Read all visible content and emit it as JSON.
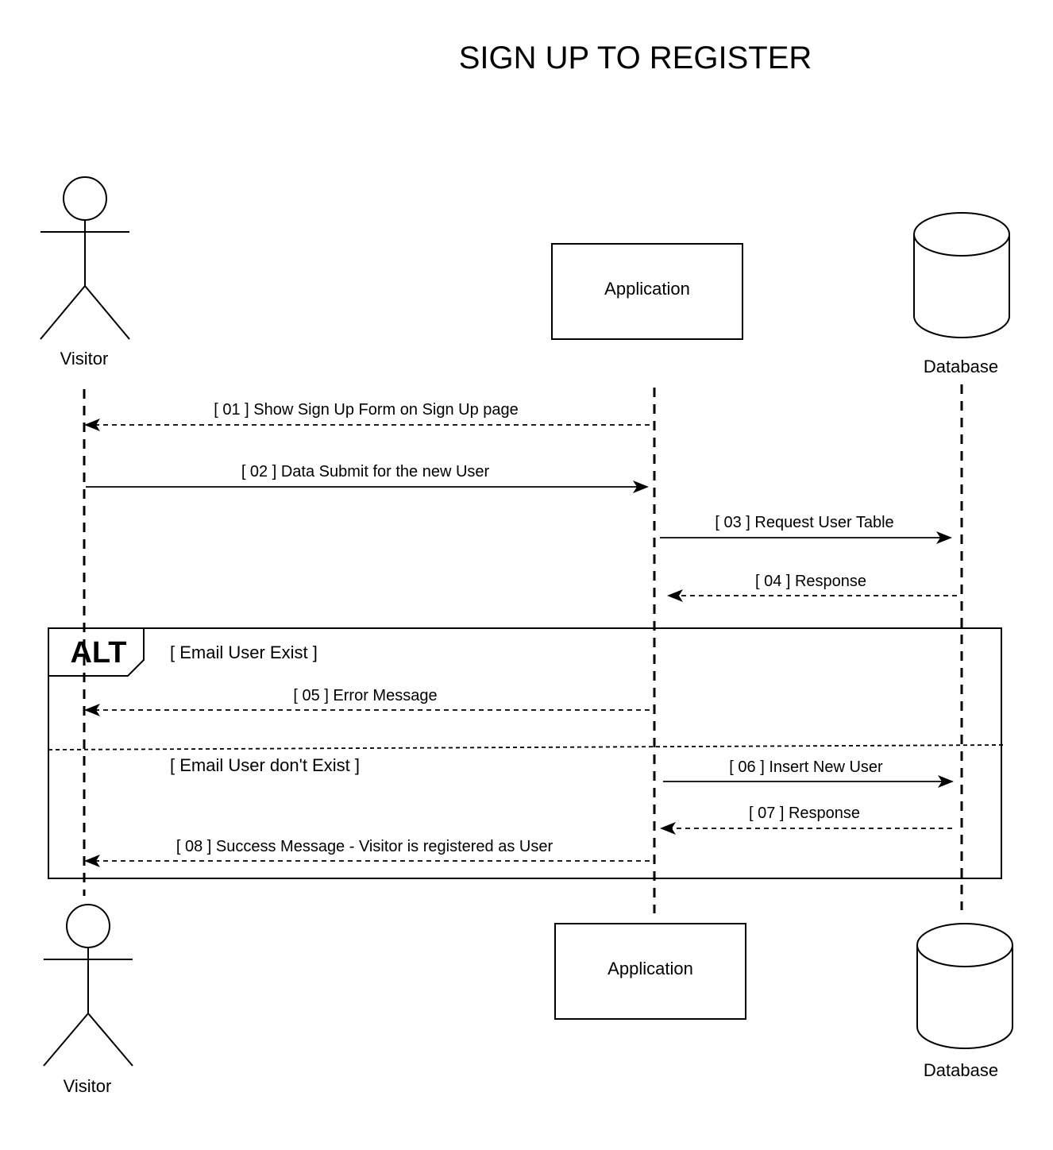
{
  "title": "SIGN UP TO REGISTER",
  "participants": {
    "visitor": "Visitor",
    "application": "Application",
    "database": "Database"
  },
  "messages": [
    {
      "label": "[ 01 ] Show  Sign Up Form on Sign Up page",
      "from": "application",
      "to": "visitor",
      "style": "dashed"
    },
    {
      "label": "[ 02 ] Data Submit for the new  User",
      "from": "visitor",
      "to": "application",
      "style": "solid"
    },
    {
      "label": "[ 03 ] Request User Table",
      "from": "application",
      "to": "database",
      "style": "solid"
    },
    {
      "label": "[ 04 ] Response",
      "from": "database",
      "to": "application",
      "style": "dashed"
    },
    {
      "label": "[ 05 ] Error Message",
      "from": "application",
      "to": "visitor",
      "style": "dashed"
    },
    {
      "label": "[ 06 ] Insert New  User",
      "from": "application",
      "to": "database",
      "style": "solid"
    },
    {
      "label": "[ 07 ] Response",
      "from": "database",
      "to": "application",
      "style": "dashed"
    },
    {
      "label": "[ 08 ] Success Message - Visitor is registered as User",
      "from": "application",
      "to": "visitor",
      "style": "dashed"
    }
  ],
  "alt_fragment": {
    "label": "ALT",
    "conditions": [
      "[ Email User Exist ]",
      "[ Email User don't Exist ]"
    ]
  }
}
